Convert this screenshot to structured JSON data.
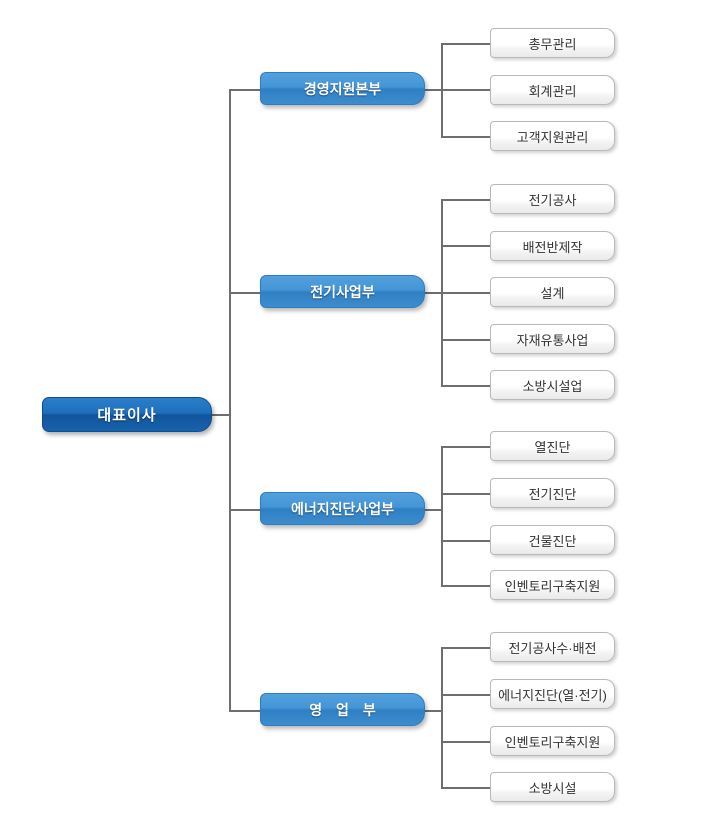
{
  "chart": {
    "type": "org-chart",
    "title": "",
    "root": {
      "label": "대표이사",
      "level": 1,
      "color": "#1663ad"
    },
    "divisions": [
      {
        "label": "경영지원본부",
        "level": 2,
        "color": "#3d8ccd",
        "spaced": false,
        "children": [
          {
            "label": "총무관리"
          },
          {
            "label": "회계관리"
          },
          {
            "label": "고객지원관리"
          }
        ]
      },
      {
        "label": "전기사업부",
        "level": 2,
        "color": "#3d8ccd",
        "spaced": false,
        "children": [
          {
            "label": "전기공사"
          },
          {
            "label": "배전반제작"
          },
          {
            "label": "설계"
          },
          {
            "label": "자재유통사업"
          },
          {
            "label": "소방시설업"
          }
        ]
      },
      {
        "label": "에너지진단사업부",
        "level": 2,
        "color": "#3d8ccd",
        "spaced": false,
        "children": [
          {
            "label": "열진단"
          },
          {
            "label": "전기진단"
          },
          {
            "label": "건물진단"
          },
          {
            "label": "인벤토리구축지원"
          }
        ]
      },
      {
        "label": "영 업 부",
        "level": 2,
        "color": "#3d8ccd",
        "spaced": true,
        "children": [
          {
            "label": "전기공사수·배전"
          },
          {
            "label": "에너지진단(열·전기)"
          },
          {
            "label": "인벤토리구축지원"
          },
          {
            "label": "소방시설"
          }
        ]
      }
    ],
    "line_color": "#6e6e6e",
    "background": "#ffffff"
  }
}
